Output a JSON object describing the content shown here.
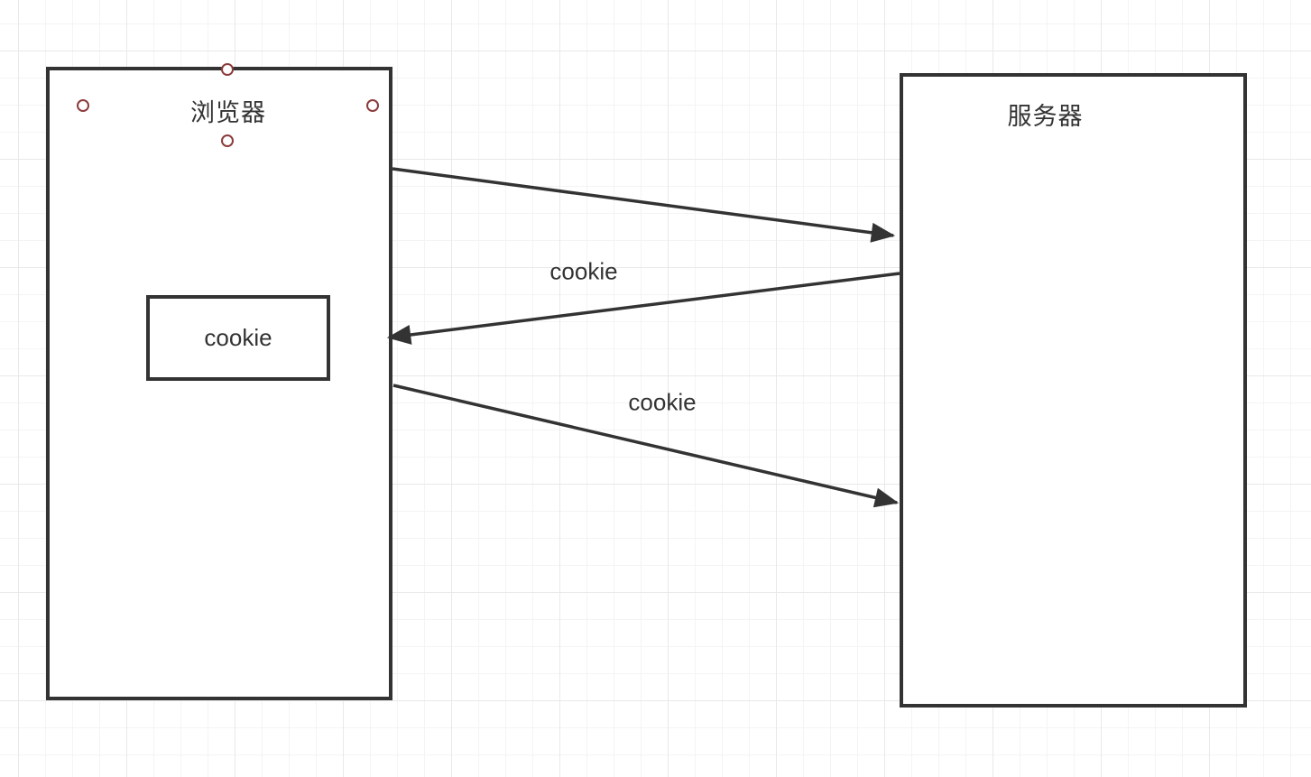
{
  "diagram": {
    "nodes": {
      "browser": {
        "label": "浏览器"
      },
      "server": {
        "label": "服务器"
      },
      "cookie_box": {
        "label": "cookie"
      }
    },
    "edges": {
      "request": {
        "label": "",
        "direction": "browser-to-server"
      },
      "response_set_cookie": {
        "label": "cookie",
        "direction": "server-to-browser"
      },
      "request_with_cookie": {
        "label": "cookie",
        "direction": "browser-to-server"
      }
    },
    "colors": {
      "shape_stroke": "#333333",
      "text": "#333333",
      "shape_fill": "#ffffff",
      "connection_point_stroke": "#8b3b3b",
      "grid_minor": "#f4f4f4",
      "grid_major": "#e9e9e9"
    }
  }
}
